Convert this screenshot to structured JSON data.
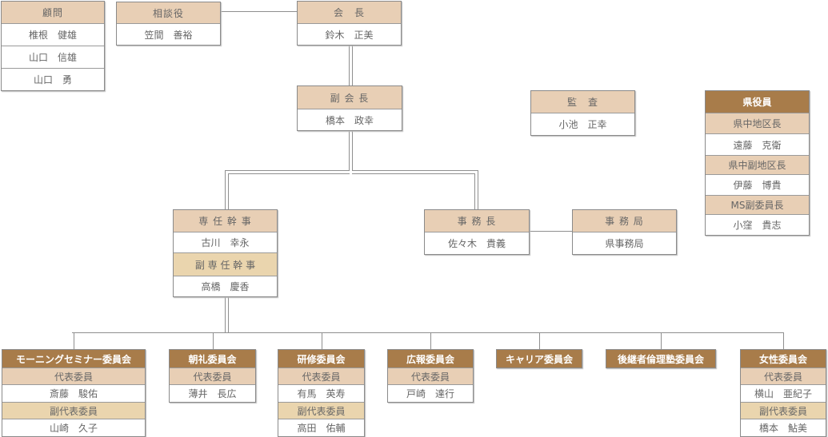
{
  "colors": {
    "header": "#e8cfb5",
    "committee_header": "#a87c4a",
    "sub_label": "#ead5ae",
    "border": "#8a8a8a"
  },
  "boxes": [
    {
      "id": "advisors",
      "title": "顧問",
      "style": "hdr",
      "rows": [
        {
          "text": "椎根　健雄",
          "kind": "name"
        },
        {
          "text": "山口　信雄",
          "kind": "name"
        },
        {
          "text": "山口　勇",
          "kind": "name"
        }
      ]
    },
    {
      "id": "counselor",
      "title": "相談役",
      "style": "hdr",
      "rows": [
        {
          "text": "笠間　善裕",
          "kind": "name"
        }
      ]
    },
    {
      "id": "president",
      "title": "会　長",
      "style": "hdr",
      "rows": [
        {
          "text": "鈴木　正美",
          "kind": "name"
        }
      ]
    },
    {
      "id": "vice-president",
      "title": "副 会 長",
      "style": "hdr",
      "rows": [
        {
          "text": "橋本　政幸",
          "kind": "name"
        }
      ]
    },
    {
      "id": "auditor",
      "title": "監　査",
      "style": "hdr",
      "rows": [
        {
          "text": "小池　正幸",
          "kind": "name"
        }
      ]
    },
    {
      "id": "prefectural-officers",
      "title": "県役員",
      "style": "dark",
      "rows": [
        {
          "text": "県中地区長",
          "kind": "label"
        },
        {
          "text": "遠藤　克衛",
          "kind": "name"
        },
        {
          "text": "県中副地区長",
          "kind": "label"
        },
        {
          "text": "伊藤　博貴",
          "kind": "name"
        },
        {
          "text": "MS副委員長",
          "kind": "label"
        },
        {
          "text": "小窪　貴志",
          "kind": "name"
        }
      ]
    },
    {
      "id": "chief-secretary",
      "title": "専 任 幹 事",
      "style": "hdr",
      "rows": [
        {
          "text": "古川　幸永",
          "kind": "name"
        },
        {
          "text": "副 専 任 幹 事",
          "kind": "sublabel"
        },
        {
          "text": "高橋　慶香",
          "kind": "name"
        }
      ]
    },
    {
      "id": "secretary-general",
      "title": "事 務 長",
      "style": "hdr",
      "rows": [
        {
          "text": "佐々木　貴義",
          "kind": "name"
        }
      ]
    },
    {
      "id": "secretariat",
      "title": "事 務 局",
      "style": "hdr",
      "rows": [
        {
          "text": "県事務局",
          "kind": "name"
        }
      ]
    },
    {
      "id": "morning-seminar-committee",
      "title": "モーニングセミナー委員会",
      "style": "dark",
      "rows": [
        {
          "text": "代表委員",
          "kind": "label"
        },
        {
          "text": "斎藤　駿佑",
          "kind": "name"
        },
        {
          "text": "副代表委員",
          "kind": "sublabel"
        },
        {
          "text": "山崎　久子",
          "kind": "name"
        }
      ]
    },
    {
      "id": "morning-assembly-committee",
      "title": "朝礼委員会",
      "style": "dark",
      "rows": [
        {
          "text": "代表委員",
          "kind": "label"
        },
        {
          "text": "薄井　長広",
          "kind": "name"
        }
      ]
    },
    {
      "id": "training-committee",
      "title": "研修委員会",
      "style": "dark",
      "rows": [
        {
          "text": "代表委員",
          "kind": "label"
        },
        {
          "text": "有馬　英寿",
          "kind": "name"
        },
        {
          "text": "副代表委員",
          "kind": "sublabel"
        },
        {
          "text": "高田　佑輔",
          "kind": "name"
        }
      ]
    },
    {
      "id": "pr-committee",
      "title": "広報委員会",
      "style": "dark",
      "rows": [
        {
          "text": "代表委員",
          "kind": "label"
        },
        {
          "text": "戸崎　達行",
          "kind": "name"
        }
      ]
    },
    {
      "id": "career-committee",
      "title": "キャリア委員会",
      "style": "dark",
      "rows": []
    },
    {
      "id": "successor-ethics-committee",
      "title": "後継者倫理塾委員会",
      "style": "dark",
      "rows": []
    },
    {
      "id": "women-committee",
      "title": "女性委員会",
      "style": "dark",
      "rows": [
        {
          "text": "代表委員",
          "kind": "label"
        },
        {
          "text": "横山　亜紀子",
          "kind": "name"
        },
        {
          "text": "副代表委員",
          "kind": "sublabel"
        },
        {
          "text": "橋本　鮎美",
          "kind": "name"
        }
      ]
    }
  ]
}
